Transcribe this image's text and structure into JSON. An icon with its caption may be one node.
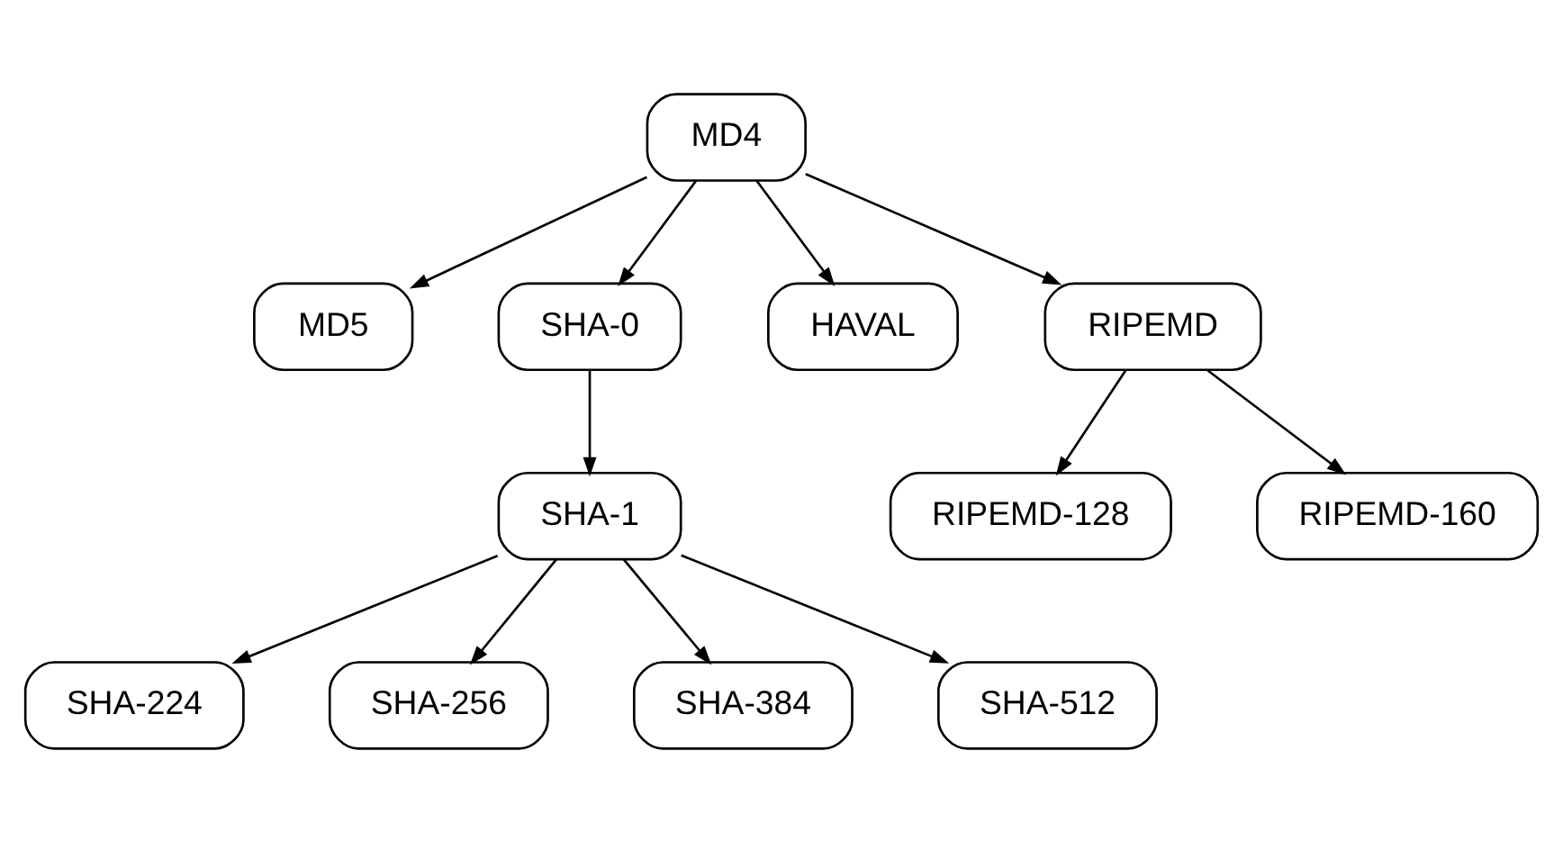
{
  "diagram": {
    "nodes": [
      {
        "text": [
          "MD4"
        ]
      },
      {
        "text": [
          "MD5"
        ]
      },
      {
        "text": [
          "SHA-0"
        ]
      },
      {
        "text": [
          "HAVAL"
        ]
      },
      {
        "text": [
          "RIPEMD"
        ]
      },
      {
        "text": [
          "SHA-1"
        ]
      },
      {
        "text": [
          "RIPEMD-128"
        ]
      },
      {
        "text": [
          "RIPEMD-160"
        ]
      },
      {
        "text": [
          "SHA-224"
        ]
      },
      {
        "text": [
          "SHA-256"
        ]
      },
      {
        "text": [
          "SHA-384"
        ]
      },
      {
        "text": [
          "SHA-512"
        ]
      }
    ],
    "edges": [
      {
        "from": 0,
        "to": 1,
        "arrow": "to"
      },
      {
        "from": 0,
        "to": 2,
        "arrow": "to"
      },
      {
        "from": 0,
        "to": 3,
        "arrow": "to"
      },
      {
        "from": 0,
        "to": 4,
        "arrow": "to"
      },
      {
        "from": 2,
        "to": 5,
        "arrow": "to"
      },
      {
        "from": 4,
        "to": 6,
        "arrow": "to"
      },
      {
        "from": 4,
        "to": 7,
        "arrow": "to"
      },
      {
        "from": 5,
        "to": 8,
        "arrow": "to"
      },
      {
        "from": 5,
        "to": 9,
        "arrow": "to"
      },
      {
        "from": 5,
        "to": 10,
        "arrow": "to"
      },
      {
        "from": 5,
        "to": 11,
        "arrow": "to"
      }
    ]
  }
}
